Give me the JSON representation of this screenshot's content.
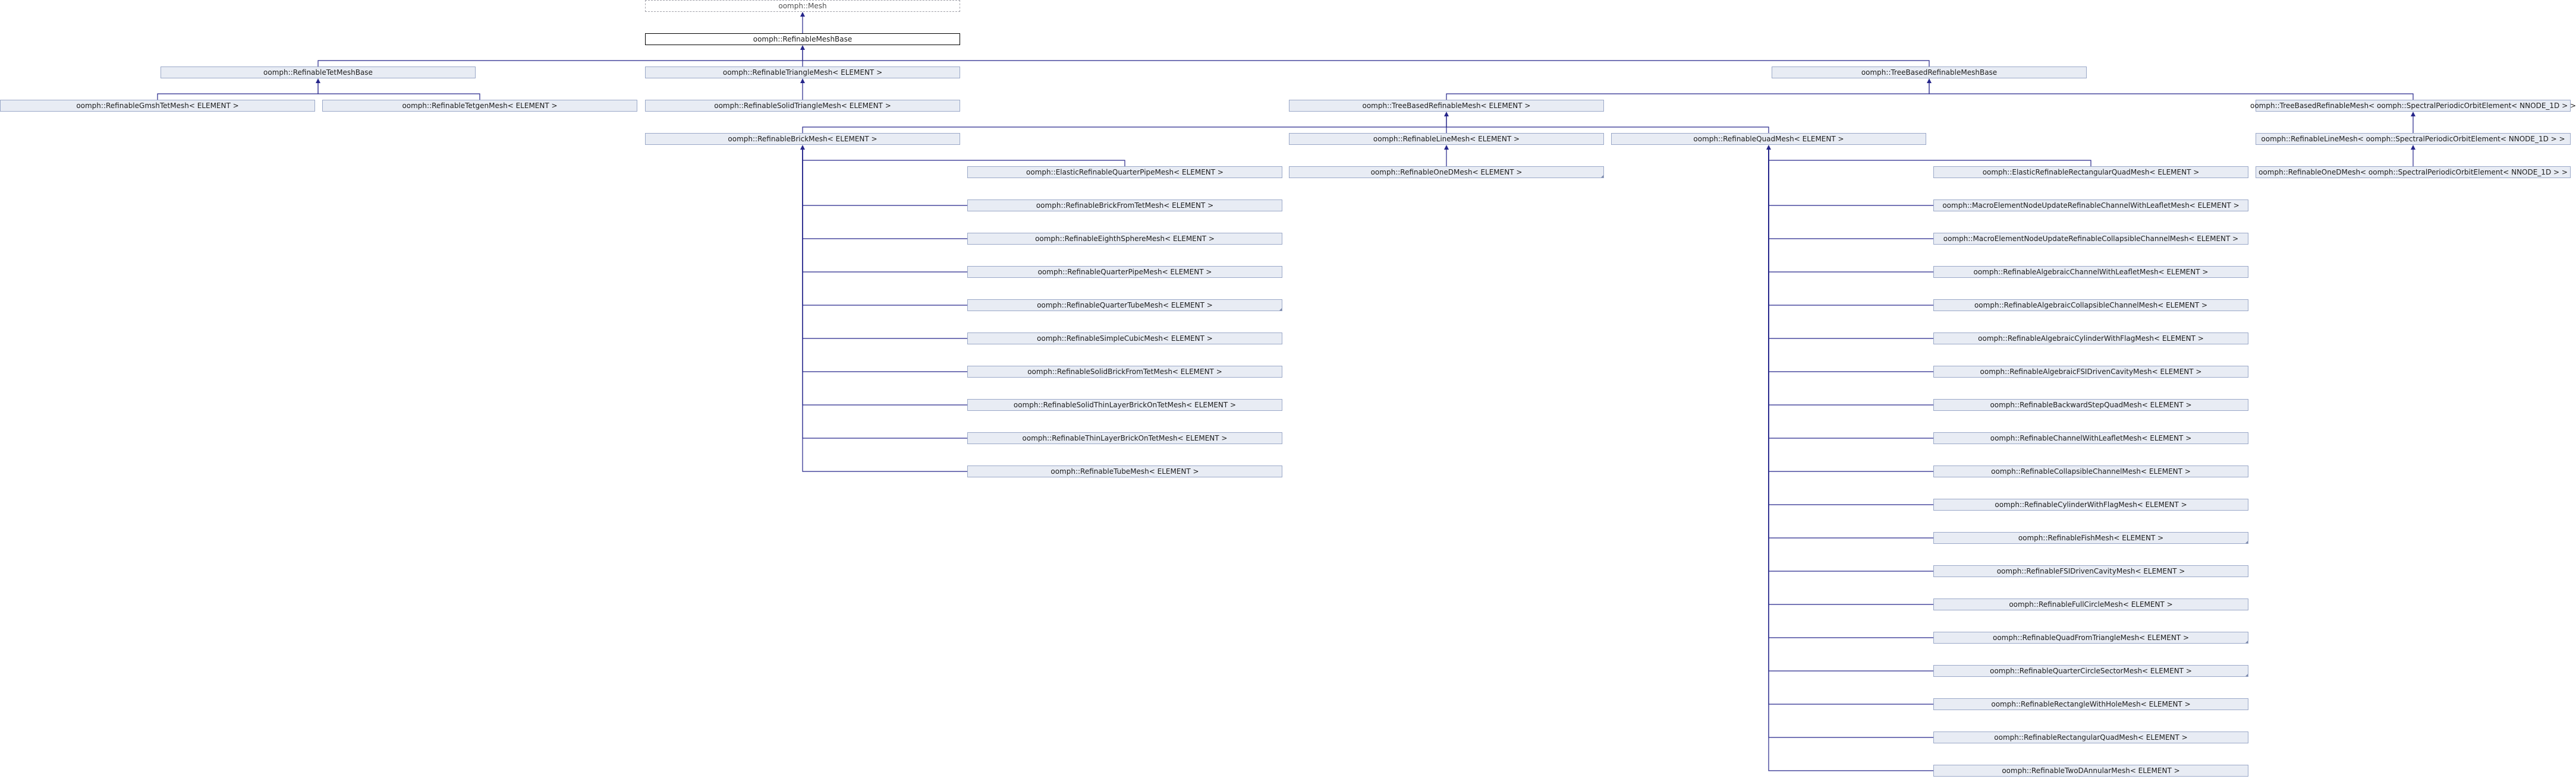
{
  "nodes": [
    {
      "id": "mesh",
      "label": "oomph::Mesh",
      "style": "ghost"
    },
    {
      "id": "rmb",
      "label": "oomph::RefinableMeshBase",
      "style": "focus"
    },
    {
      "id": "tet",
      "label": "oomph::RefinableTetMeshBase"
    },
    {
      "id": "tri",
      "label": "oomph::RefinableTriangleMesh< ELEMENT >"
    },
    {
      "id": "tbrb",
      "label": "oomph::TreeBasedRefinableMeshBase"
    },
    {
      "id": "gmsh",
      "label": "oomph::RefinableGmshTetMesh< ELEMENT >"
    },
    {
      "id": "tetgen",
      "label": "oomph::RefinableTetgenMesh< ELEMENT >"
    },
    {
      "id": "soltri",
      "label": "oomph::RefinableSolidTriangleMesh< ELEMENT >"
    },
    {
      "id": "tbrm",
      "label": "oomph::TreeBasedRefinableMesh< ELEMENT >"
    },
    {
      "id": "tbrm_sp",
      "label": "oomph::TreeBasedRefinableMesh< oomph::SpectralPeriodicOrbitElement< NNODE_1D > >"
    },
    {
      "id": "brick",
      "label": "oomph::RefinableBrickMesh< ELEMENT >"
    },
    {
      "id": "line",
      "label": "oomph::RefinableLineMesh< ELEMENT >"
    },
    {
      "id": "quad",
      "label": "oomph::RefinableQuadMesh< ELEMENT >"
    },
    {
      "id": "line_sp",
      "label": "oomph::RefinableLineMesh< oomph::SpectralPeriodicOrbitElement< NNODE_1D > >"
    },
    {
      "id": "oned",
      "label": "oomph::RefinableOneDMesh< ELEMENT >",
      "trunc": true
    },
    {
      "id": "oned_sp",
      "label": "oomph::RefinableOneDMesh< oomph::SpectralPeriodicOrbitElement< NNODE_1D > >"
    },
    {
      "id": "b1",
      "label": "oomph::ElasticRefinableQuarterPipeMesh< ELEMENT >"
    },
    {
      "id": "b2",
      "label": "oomph::RefinableBrickFromTetMesh< ELEMENT >"
    },
    {
      "id": "b3",
      "label": "oomph::RefinableEighthSphereMesh< ELEMENT >"
    },
    {
      "id": "b4",
      "label": "oomph::RefinableQuarterPipeMesh< ELEMENT >"
    },
    {
      "id": "b5",
      "label": "oomph::RefinableQuarterTubeMesh< ELEMENT >",
      "trunc": true
    },
    {
      "id": "b6",
      "label": "oomph::RefinableSimpleCubicMesh< ELEMENT >"
    },
    {
      "id": "b7",
      "label": "oomph::RefinableSolidBrickFromTetMesh< ELEMENT >"
    },
    {
      "id": "b8",
      "label": "oomph::RefinableSolidThinLayerBrickOnTetMesh< ELEMENT >"
    },
    {
      "id": "b9",
      "label": "oomph::RefinableThinLayerBrickOnTetMesh< ELEMENT >"
    },
    {
      "id": "b10",
      "label": "oomph::RefinableTubeMesh< ELEMENT >"
    },
    {
      "id": "q1",
      "label": "oomph::ElasticRefinableRectangularQuadMesh< ELEMENT >"
    },
    {
      "id": "q2",
      "label": "oomph::MacroElementNodeUpdateRefinableChannelWithLeafletMesh< ELEMENT >"
    },
    {
      "id": "q3",
      "label": "oomph::MacroElementNodeUpdateRefinableCollapsibleChannelMesh< ELEMENT >"
    },
    {
      "id": "q4",
      "label": "oomph::RefinableAlgebraicChannelWithLeafletMesh< ELEMENT >"
    },
    {
      "id": "q5",
      "label": "oomph::RefinableAlgebraicCollapsibleChannelMesh< ELEMENT >"
    },
    {
      "id": "q6",
      "label": "oomph::RefinableAlgebraicCylinderWithFlagMesh< ELEMENT >"
    },
    {
      "id": "q7",
      "label": "oomph::RefinableAlgebraicFSIDrivenCavityMesh< ELEMENT >"
    },
    {
      "id": "q8",
      "label": "oomph::RefinableBackwardStepQuadMesh< ELEMENT >"
    },
    {
      "id": "q9",
      "label": "oomph::RefinableChannelWithLeafletMesh< ELEMENT >"
    },
    {
      "id": "q10",
      "label": "oomph::RefinableCollapsibleChannelMesh< ELEMENT >"
    },
    {
      "id": "q11",
      "label": "oomph::RefinableCylinderWithFlagMesh< ELEMENT >"
    },
    {
      "id": "q12",
      "label": "oomph::RefinableFishMesh< ELEMENT >",
      "trunc": true
    },
    {
      "id": "q13",
      "label": "oomph::RefinableFSIDrivenCavityMesh< ELEMENT >"
    },
    {
      "id": "q14",
      "label": "oomph::RefinableFullCircleMesh< ELEMENT >"
    },
    {
      "id": "q15",
      "label": "oomph::RefinableQuadFromTriangleMesh< ELEMENT >",
      "trunc": true
    },
    {
      "id": "q16",
      "label": "oomph::RefinableQuarterCircleSectorMesh< ELEMENT >",
      "trunc": true
    },
    {
      "id": "q17",
      "label": "oomph::RefinableRectangleWithHoleMesh< ELEMENT >"
    },
    {
      "id": "q18",
      "label": "oomph::RefinableRectangularQuadMesh< ELEMENT >"
    },
    {
      "id": "q19",
      "label": "oomph::RefinableTwoDAnnularMesh< ELEMENT >"
    }
  ],
  "edges": [
    [
      "rmb",
      "mesh"
    ],
    [
      "tet",
      "rmb"
    ],
    [
      "tri",
      "rmb"
    ],
    [
      "tbrb",
      "rmb"
    ],
    [
      "gmsh",
      "tet"
    ],
    [
      "tetgen",
      "tet"
    ],
    [
      "soltri",
      "tri"
    ],
    [
      "tbrm",
      "tbrb"
    ],
    [
      "tbrm_sp",
      "tbrb"
    ],
    [
      "brick",
      "tbrm"
    ],
    [
      "line",
      "tbrm"
    ],
    [
      "quad",
      "tbrm"
    ],
    [
      "line_sp",
      "tbrm_sp"
    ],
    [
      "oned",
      "line"
    ],
    [
      "oned_sp",
      "line_sp"
    ],
    [
      "b1",
      "brick"
    ],
    [
      "b2",
      "brick"
    ],
    [
      "b3",
      "brick"
    ],
    [
      "b4",
      "brick"
    ],
    [
      "b5",
      "brick"
    ],
    [
      "b6",
      "brick"
    ],
    [
      "b7",
      "brick"
    ],
    [
      "b8",
      "brick"
    ],
    [
      "b9",
      "brick"
    ],
    [
      "b10",
      "brick"
    ],
    [
      "q1",
      "quad"
    ],
    [
      "q2",
      "quad"
    ],
    [
      "q3",
      "quad"
    ],
    [
      "q4",
      "quad"
    ],
    [
      "q5",
      "quad"
    ],
    [
      "q6",
      "quad"
    ],
    [
      "q7",
      "quad"
    ],
    [
      "q8",
      "quad"
    ],
    [
      "q9",
      "quad"
    ],
    [
      "q10",
      "quad"
    ],
    [
      "q11",
      "quad"
    ],
    [
      "q12",
      "quad"
    ],
    [
      "q13",
      "quad"
    ],
    [
      "q14",
      "quad"
    ],
    [
      "q15",
      "quad"
    ],
    [
      "q16",
      "quad"
    ],
    [
      "q17",
      "quad"
    ],
    [
      "q18",
      "quad"
    ],
    [
      "q19",
      "quad"
    ]
  ],
  "colors": {
    "edge": "#25258a",
    "node_fill": "#e8ecf4",
    "node_border": "#9aa8c8"
  }
}
